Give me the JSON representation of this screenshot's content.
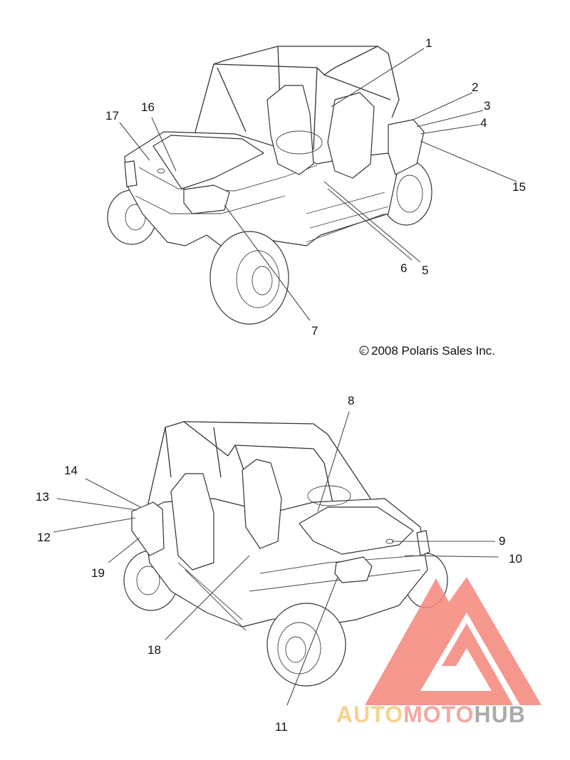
{
  "diagram": {
    "copyright": "2008 Polaris Sales Inc.",
    "copyright_symbol": "c",
    "callouts": [
      "1",
      "2",
      "3",
      "4",
      "5",
      "6",
      "7",
      "8",
      "9",
      "10",
      "11",
      "12",
      "13",
      "14",
      "15",
      "16",
      "17",
      "18",
      "19"
    ]
  },
  "watermark": {
    "part1": "AUTO",
    "part2": "MOTO",
    "part3": "HUB",
    "colors": {
      "part1": "#f7c97a",
      "part2": "#f59a90",
      "part3": "#9c9c9c",
      "triangle": "#f4867a"
    }
  }
}
